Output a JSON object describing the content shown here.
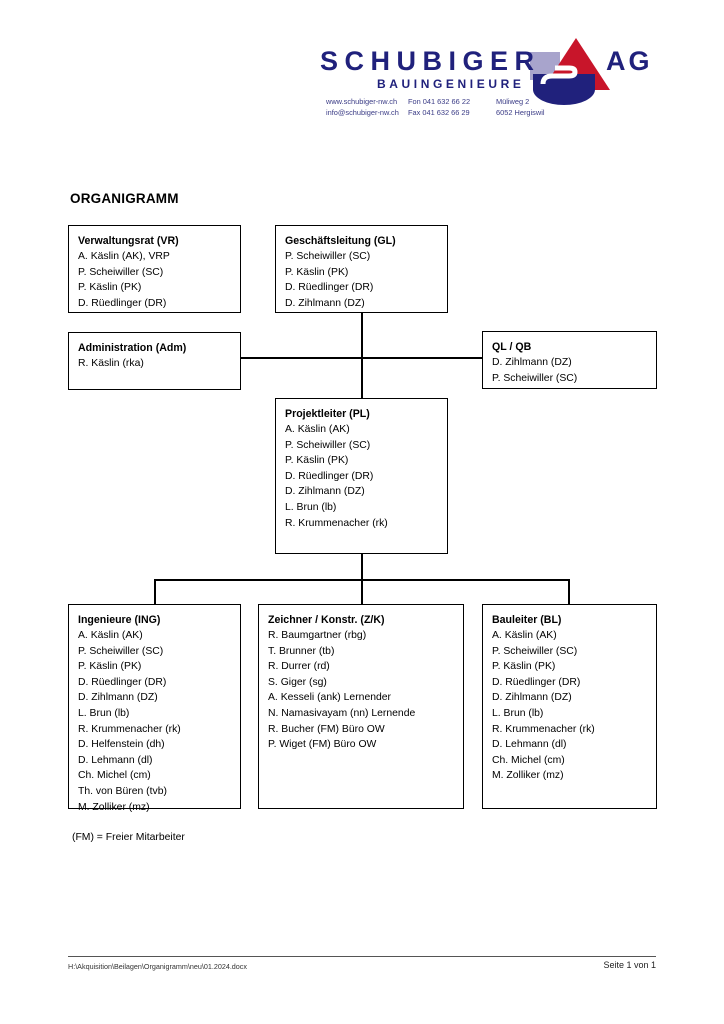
{
  "document": {
    "title": "ORGANIGRAMM"
  },
  "logo": {
    "wordmark": "SCHUBIGER",
    "suffix": "AG",
    "subtitle": "BAUINGENIEURE",
    "colors": {
      "navy": "#20217c",
      "red": "#c8152a",
      "lavender": "#a8a4cc"
    },
    "contact": {
      "website": "www.schubiger-nw.ch",
      "email": "info@schubiger-nw.ch",
      "phone": "Fon 041 632 66 22",
      "fax": "Fax 041 632 66 29",
      "street": "Müliweg 2",
      "city": "6052 Hergiswil"
    }
  },
  "chart_data": {
    "type": "diagram",
    "title": "ORGANIGRAMM",
    "nodes": [
      {
        "id": "vr",
        "title": "Verwaltungsrat (VR)",
        "members": [
          "A. Käslin (AK), VRP",
          "P. Scheiwiller (SC)",
          "P. Käslin (PK)",
          "D. Rüedlinger (DR)"
        ]
      },
      {
        "id": "gl",
        "title": "Geschäftsleitung (GL)",
        "members": [
          "P. Scheiwiller (SC)",
          "P. Käslin (PK)",
          "D. Rüedlinger (DR)",
          "D. Zihlmann (DZ)"
        ]
      },
      {
        "id": "adm",
        "title": "Administration (Adm)",
        "members": [
          "R. Käslin (rka)"
        ]
      },
      {
        "id": "ql",
        "title": "QL / QB",
        "members": [
          "D. Zihlmann (DZ)",
          "P. Scheiwiller (SC)"
        ]
      },
      {
        "id": "pl",
        "title": "Projektleiter (PL)",
        "members": [
          "A. Käslin (AK)",
          "P. Scheiwiller (SC)",
          "P. Käslin (PK)",
          "D. Rüedlinger (DR)",
          "D. Zihlmann (DZ)",
          "L. Brun (lb)",
          "R. Krummenacher (rk)"
        ]
      },
      {
        "id": "ing",
        "title": "Ingenieure (ING)",
        "members": [
          "A. Käslin (AK)",
          "P. Scheiwiller (SC)",
          "P. Käslin (PK)",
          "D. Rüedlinger (DR)",
          "D. Zihlmann (DZ)",
          "L. Brun (lb)",
          "R. Krummenacher (rk)",
          "D. Helfenstein (dh)",
          "D. Lehmann (dl)",
          "Ch. Michel (cm)",
          "Th. von Büren (tvb)",
          "M. Zolliker (mz)"
        ]
      },
      {
        "id": "zk",
        "title": "Zeichner / Konstr. (Z/K)",
        "members": [
          "R. Baumgartner (rbg)",
          "T. Brunner (tb)",
          "R. Durrer (rd)",
          "S. Giger (sg)",
          "A. Kesseli (ank) Lernender",
          "N. Namasivayam (nn) Lernende",
          "R. Bucher (FM) Büro OW",
          "P. Wiget (FM) Büro OW"
        ]
      },
      {
        "id": "bl",
        "title": "Bauleiter (BL)",
        "members": [
          "A. Käslin (AK)",
          "P. Scheiwiller (SC)",
          "P. Käslin (PK)",
          "D. Rüedlinger (DR)",
          "D. Zihlmann (DZ)",
          "L. Brun (lb)",
          "R. Krummenacher (rk)",
          "D. Lehmann (dl)",
          "Ch. Michel (cm)",
          "M. Zolliker (mz)"
        ]
      }
    ],
    "edges": [
      {
        "from": "gl",
        "to": "pl"
      },
      {
        "from": "adm",
        "to": "ql"
      },
      {
        "from": "pl",
        "to": "ing"
      },
      {
        "from": "pl",
        "to": "zk"
      },
      {
        "from": "pl",
        "to": "bl"
      }
    ]
  },
  "footnote": "(FM) = Freier Mitarbeiter",
  "footer": {
    "path": "H:\\Akquisition\\Beilagen\\Organigramm\\neu\\01.2024.docx",
    "page": "Seite 1 von 1"
  }
}
